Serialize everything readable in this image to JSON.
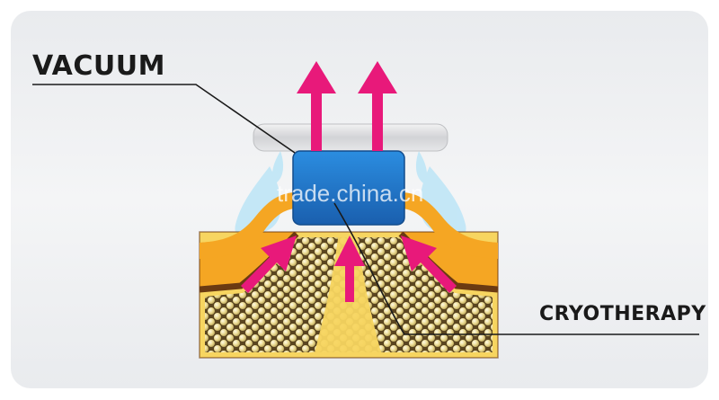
{
  "labels": {
    "vacuum": "VACUUM",
    "cryotherapy": "CRYOTHERAPY"
  },
  "watermark": "trade.china.cn",
  "colors": {
    "background_panel": "#eef0f2",
    "arrow_pink": "#e8197a",
    "applicator_blue": "#1f6fc4",
    "handle_gray": "#d9dadc",
    "cold_mist": "#bfe6f7",
    "skin_orange": "#f5a623",
    "skin_brown": "#6b3a12",
    "fat_yellow": "#f7d560",
    "fat_cell": "#e8d79a",
    "fat_cell_outline": "#7a6a3a",
    "leader_line": "#1a1a1a"
  }
}
